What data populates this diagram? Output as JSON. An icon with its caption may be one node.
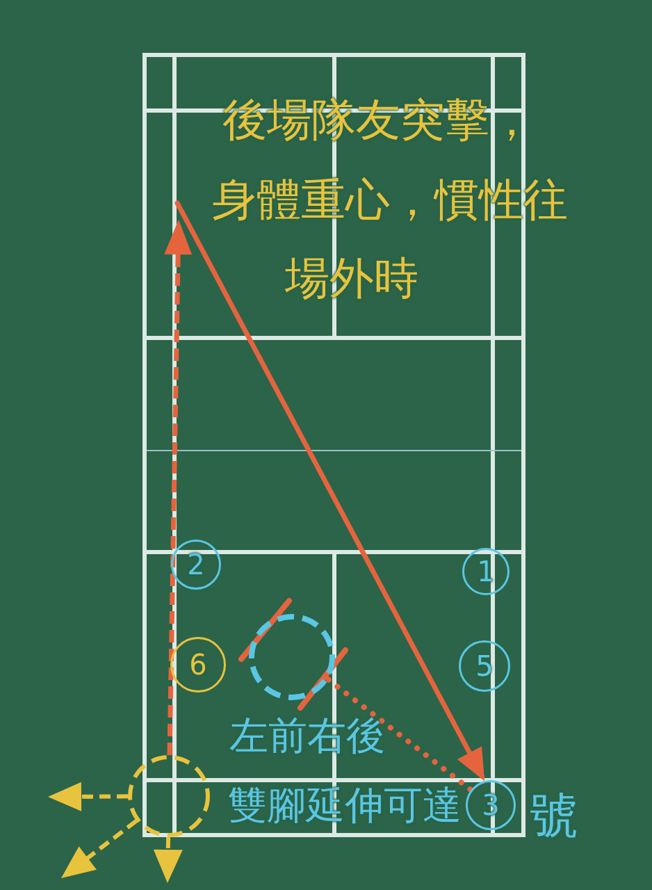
{
  "diagram": {
    "nodes": [
      {
        "text": [
          "2"
        ]
      },
      {
        "text": [
          "1"
        ]
      },
      {
        "text": [
          "6"
        ]
      },
      {
        "text": [],
        "shape": "circle"
      },
      {
        "text": [
          "5"
        ]
      },
      {
        "text": [],
        "shape": "circle"
      },
      {
        "text": [
          "3"
        ]
      }
    ],
    "edges": [
      {
        "from": 5,
        "to": null,
        "arrow": "to",
        "style": "dashed",
        "color": "#e5643e"
      },
      {
        "from": null,
        "to": 6,
        "arrow": "to",
        "color": "#e5643e"
      },
      {
        "from": 3,
        "to": 6,
        "arrow": "none",
        "style": "dashed",
        "color": "#e5643e"
      },
      {
        "from": 5,
        "to": null,
        "arrow": "to",
        "style": "dashed",
        "color": "#e8c33d"
      },
      {
        "from": 5,
        "to": null,
        "arrow": "to",
        "style": "dashed",
        "color": "#e8c33d"
      },
      {
        "from": 5,
        "to": null,
        "arrow": "to",
        "style": "dashed",
        "color": "#e8c33d"
      }
    ],
    "labels": [
      "後場隊友突擊，身體重心，慣性往場外時",
      "左前右後雙腳延伸可達",
      "號"
    ]
  }
}
